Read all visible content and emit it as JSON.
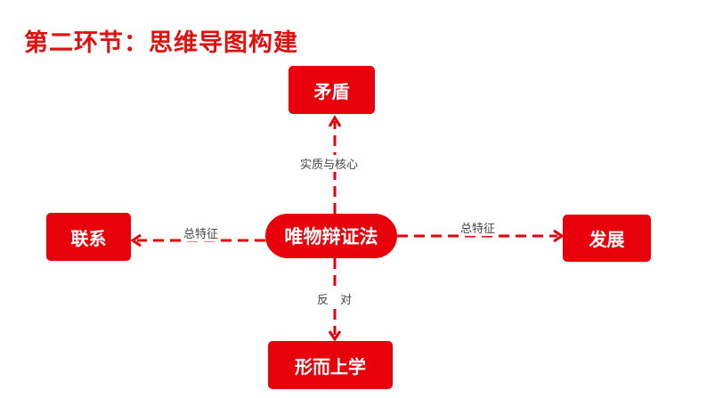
{
  "title": "第二环节：思维导图构建",
  "nodes": {
    "center": "唯物辩证法",
    "top": "矛盾",
    "left": "联系",
    "right": "发展",
    "bottom": "形而上学"
  },
  "edges": {
    "top_label": "实质与核心",
    "left_label": "总特征",
    "right_label": "总特征",
    "bottom_label": "反　对"
  },
  "colors": {
    "accent": "#e8000b"
  }
}
